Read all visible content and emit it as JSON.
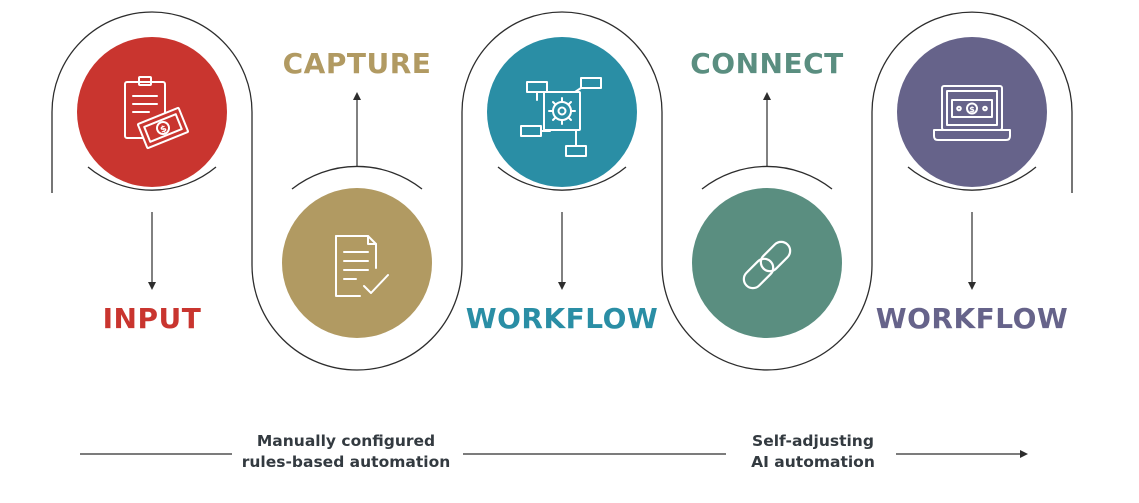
{
  "steps": [
    {
      "label": "INPUT",
      "color": "#c9352f",
      "icon": "clipboard-money-icon"
    },
    {
      "label": "CAPTURE",
      "color": "#b19a62",
      "icon": "document-check-icon"
    },
    {
      "label": "WORKFLOW",
      "color": "#2a8ea5",
      "icon": "flowchart-gear-icon"
    },
    {
      "label": "CONNECT",
      "color": "#5a8e80",
      "icon": "chain-link-icon"
    },
    {
      "label": "WORKFLOW",
      "color": "#66638a",
      "icon": "laptop-money-icon"
    }
  ],
  "timeline": {
    "caption_manual_line1": "Manually configured",
    "caption_manual_line2": "rules-based automation",
    "caption_ai_line1": "Self-adjusting",
    "caption_ai_line2": "AI automation"
  },
  "colors": {
    "path": "#2d2d2d",
    "caption": "#333a40"
  }
}
